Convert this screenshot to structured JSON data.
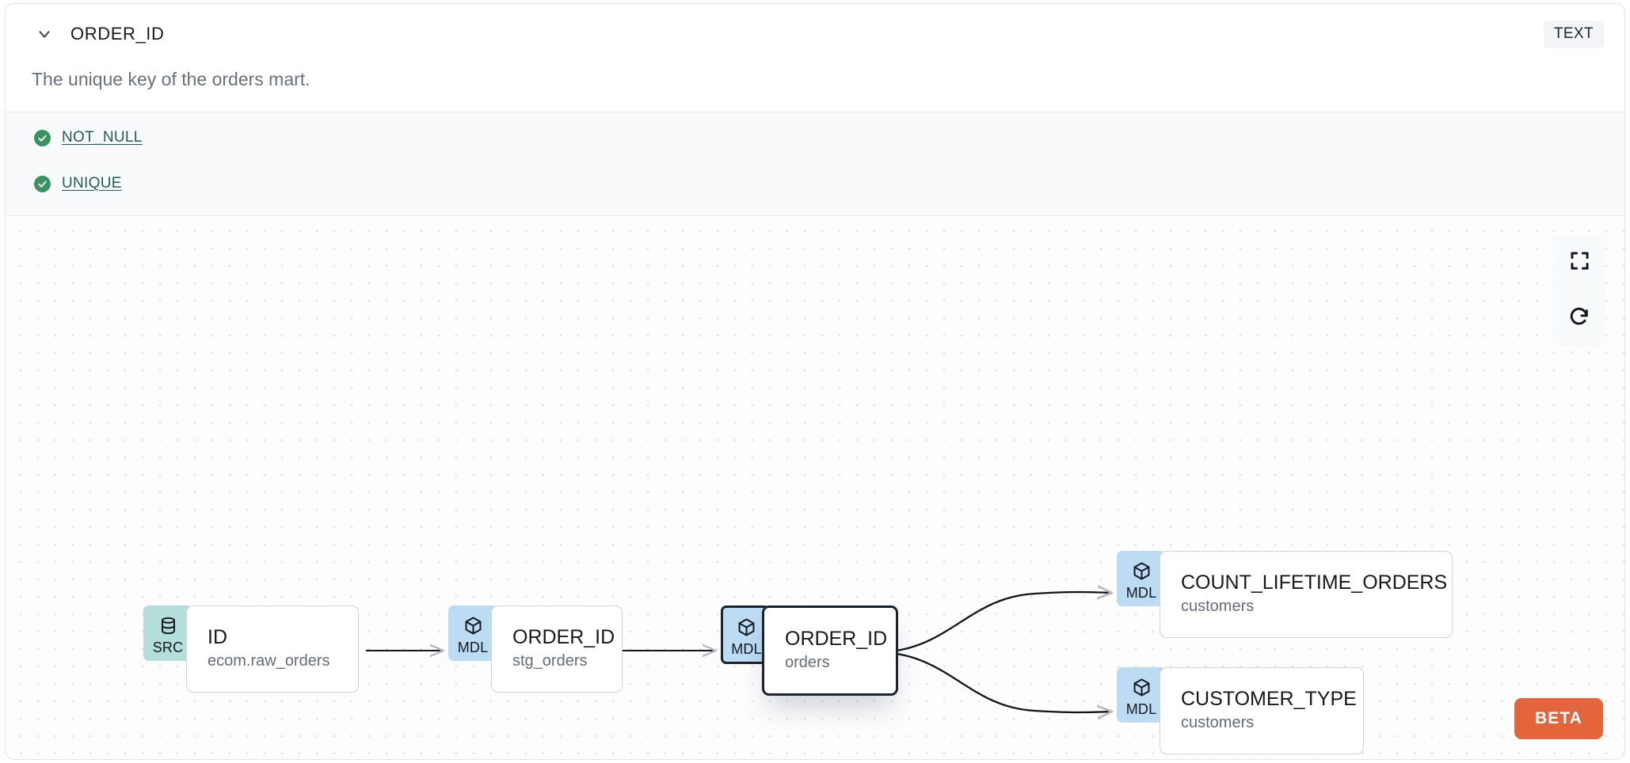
{
  "header": {
    "chevron_icon": "chevron-down-icon",
    "column_name": "ORDER_ID",
    "type_badge": "TEXT",
    "description": "The unique key of the orders mart."
  },
  "tests": {
    "items": [
      {
        "label": "NOT_NULL",
        "status_icon": "check-circle-icon",
        "status": "passed"
      },
      {
        "label": "UNIQUE",
        "status_icon": "check-circle-icon",
        "status": "passed"
      }
    ]
  },
  "lineage": {
    "nodes": [
      {
        "id": "src-id",
        "badge": "SRC",
        "badge_icon": "database-icon",
        "name": "ID",
        "subtitle": "ecom.raw_orders",
        "selected": false
      },
      {
        "id": "stg-order-id",
        "badge": "MDL",
        "badge_icon": "cube-icon",
        "name": "ORDER_ID",
        "subtitle": "stg_orders",
        "selected": false
      },
      {
        "id": "orders-order-id",
        "badge": "MDL",
        "badge_icon": "cube-icon",
        "name": "ORDER_ID",
        "subtitle": "orders",
        "selected": true
      },
      {
        "id": "count-lifetime",
        "badge": "MDL",
        "badge_icon": "cube-icon",
        "name": "COUNT_LIFETIME_ORDERS",
        "subtitle": "customers",
        "selected": false
      },
      {
        "id": "customer-type",
        "badge": "MDL",
        "badge_icon": "cube-icon",
        "name": "CUSTOMER_TYPE",
        "subtitle": "customers",
        "selected": false
      }
    ],
    "edges": [
      {
        "from": "src-id",
        "to": "stg-order-id"
      },
      {
        "from": "stg-order-id",
        "to": "orders-order-id"
      },
      {
        "from": "orders-order-id",
        "to": "count-lifetime"
      },
      {
        "from": "orders-order-id",
        "to": "customer-type"
      }
    ]
  },
  "canvas_controls": [
    {
      "name": "fit-view-button",
      "icon": "fullscreen-icon"
    },
    {
      "name": "reset-button",
      "icon": "refresh-icon"
    }
  ],
  "beta_badge": "BETA",
  "colors": {
    "badge_src": "#b3ded9",
    "badge_mdl": "#bcdcf4",
    "test_pass": "#38945f",
    "test_link": "#1f5f50",
    "beta": "#e4653c",
    "selected_outline": "#1b2230",
    "edge": "#111318"
  }
}
